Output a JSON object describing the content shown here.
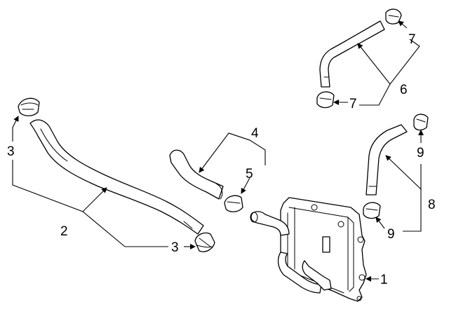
{
  "callouts": {
    "c1": "1",
    "c2": "2",
    "c3a": "3",
    "c3b": "3",
    "c4": "4",
    "c5": "5",
    "c6": "6",
    "c7a": "7",
    "c7b": "7",
    "c8": "8",
    "c9a": "9",
    "c9b": "9"
  }
}
